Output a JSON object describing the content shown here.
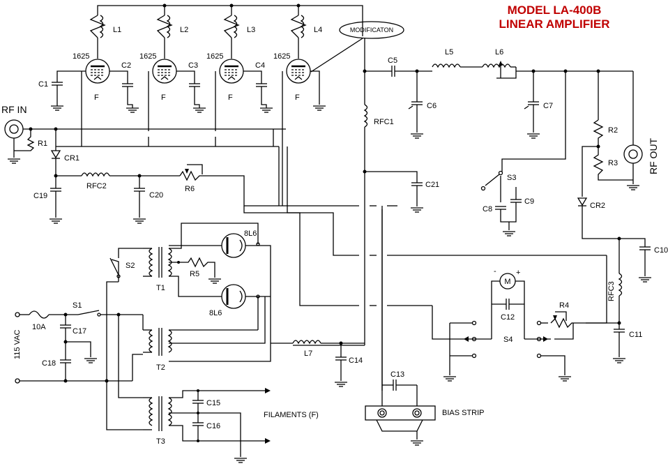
{
  "title": {
    "line1": "MODEL LA-400B",
    "line2": "LINEAR AMPLIFIER",
    "color": "#c00000"
  },
  "labels": {
    "rf_in": "RF IN",
    "rf_out": "RF OUT",
    "mod": "MODIFICATON",
    "L1": "L1",
    "L2": "L2",
    "L3": "L3",
    "L4": "L4",
    "L5": "L5",
    "L6": "L6",
    "L7": "L7",
    "tube": "1625",
    "F": "F",
    "C1": "C1",
    "C2": "C2",
    "C3": "C3",
    "C4": "C4",
    "C5": "C5",
    "C6": "C6",
    "C7": "C7",
    "C8": "C8",
    "C9": "C9",
    "C10": "C10",
    "C11": "C11",
    "C12": "C12",
    "C13": "C13",
    "C14": "C14",
    "C15": "C15",
    "C16": "C16",
    "C17": "C17",
    "C18": "C18",
    "C19": "C19",
    "C20": "C20",
    "C21": "C21",
    "R1": "R1",
    "R2": "R2",
    "R3": "R3",
    "R4": "R4",
    "R5": "R5",
    "R6": "R6",
    "CR1": "CR1",
    "CR2": "CR2",
    "RFC1": "RFC1",
    "RFC2": "RFC2",
    "RFC3": "RFC3",
    "S1": "S1",
    "S2": "S2",
    "S3": "S3",
    "S4": "S4",
    "T1": "T1",
    "T2": "T2",
    "T3": "T3",
    "rect": "8L6",
    "fuse": "10A",
    "vac": "115 VAC",
    "filaments": "FILAMENTS (F)",
    "bias": "BIAS STRIP",
    "meter": "M",
    "minus": "-",
    "plus": "+"
  }
}
